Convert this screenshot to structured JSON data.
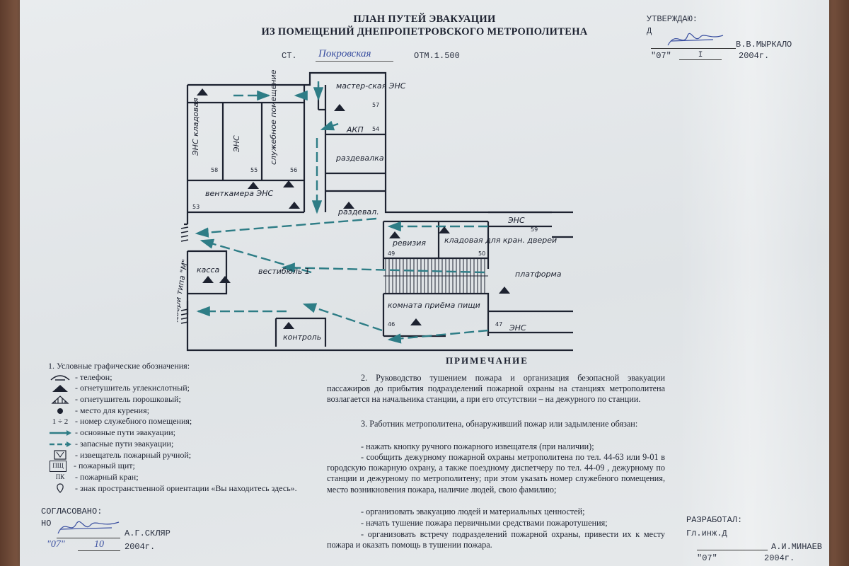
{
  "header": {
    "title_line1": "ПЛАН ПУТЕЙ ЭВАКУАЦИИ",
    "title_line2": "ИЗ ПОМЕЩЕНИЙ ДНЕПРОПЕТРОВСКОГО МЕТРОПОЛИТЕНА",
    "station_prefix": "СТ.",
    "station_name": "Покровская",
    "elevation": "ОТМ.1.500"
  },
  "approval": {
    "label": "УТВЕРЖДАЮ:",
    "role": "Д",
    "name": "В.В.МЫРКАЛО",
    "day": "\"07\"",
    "month": "I",
    "year": "2004г."
  },
  "plan": {
    "rooms": {
      "workshop": "мастер-ская ЭНС",
      "akp": "АКП",
      "locker1": "раздевалка",
      "locker2": "раздевал.",
      "ens_storage": "ЭНС кладовая",
      "ens": "ЭНС",
      "service": "служебное помещение",
      "vent": "венткамера ЭНС",
      "vestibule": "вестибюль 1",
      "cashier": "касса",
      "control": "контроль",
      "audit": "ревизия",
      "doors_storage": "кладовая для кран. дверей",
      "platform": "платформа",
      "ens_right_top": "ЭНС",
      "ens_right_bottom": "ЭНС",
      "reception": "комната приёма пищи",
      "doors": "двери типа \"М\""
    },
    "room_numbers": {
      "n53": "53",
      "n58": "58",
      "n55": "55",
      "n56": "56",
      "n57": "57",
      "n54": "54",
      "n59": "59",
      "n49": "49",
      "n50": "50",
      "n46": "46",
      "n47": "47"
    }
  },
  "legend": {
    "heading": "1. Условные графические обозначения:",
    "items": [
      {
        "icon": "telephone-icon",
        "text": "- телефон;"
      },
      {
        "icon": "co2-extinguisher-icon",
        "text": "- огнетушитель углекислотный;"
      },
      {
        "icon": "powder-extinguisher-icon",
        "text": "- огнетушитель порошковый;"
      },
      {
        "icon": "smoking-place-icon",
        "text": "- место для курения;"
      },
      {
        "icon": "room-number-icon",
        "text": "- номер служебного помещения;"
      },
      {
        "icon": "main-route-arrow-icon",
        "text": "- основные пути эвакуации;"
      },
      {
        "icon": "spare-route-arrow-icon",
        "text": "- запасные пути эвакуации;"
      },
      {
        "icon": "manual-alarm-icon",
        "text": "- извещатель пожарный ручной;"
      },
      {
        "icon": "fire-board-icon",
        "text": "- пожарный щит;"
      },
      {
        "icon": "fire-hydrant-icon",
        "text": "- пожарный кран;"
      },
      {
        "icon": "you-are-here-icon",
        "text": "- знак пространственной ориентации «Вы находитесь здесь»."
      }
    ],
    "room_symbol": "1 ÷ 2",
    "board_symbol": "ПЩ",
    "hydrant_symbol": "ПК"
  },
  "note": {
    "heading": "ПРИМЕЧАНИЕ",
    "p2": "2. Руководство тушением пожара и организация безопасной эвакуации пассажиров до прибытия подразделений пожарной охраны на станциях метрополитена возлагается на начальника станции, а при его отсутствии – на дежурного по станции.",
    "p3": "3. Работник метрополитена, обнаруживший пожар или задымление обязан:",
    "b1": "- нажать кнопку ручного пожарного извещателя (при наличии);",
    "b2": "- сообщить дежурному пожарной охраны метрополитена по тел. 44-63 или 9-01 в городскую пожарную охрану, а также поездному диспетчеру по тел. 44-09 , дежурному по станции и дежурному по метрополитену; при этом указать номер служебного помещения, место возникновения пожара, наличие людей, свою фамилию;",
    "b3": "- организовать эвакуацию людей и материальных ценностей;",
    "b4": "- начать тушение пожара первичными средствами пожаротушения;",
    "b5": "- организовать встречу подразделений пожарной охраны, привести их к месту пожара и оказать помощь в тушении пожара."
  },
  "agreed": {
    "label": "СОГЛАСОВАНО:",
    "role": "НО",
    "name": "А.Г.СКЛЯР",
    "day": "\"07\"",
    "month": "10",
    "year": "2004г."
  },
  "developed": {
    "label": "РАЗРАБОТАЛ:",
    "role": "Гл.инж.Д",
    "name": "А.И.МИНАЕВ",
    "day": "\"07\"",
    "year": "2004г."
  },
  "colors": {
    "ink": "#1d2230",
    "route": "#2e7d86",
    "pen": "#3a4fa0"
  }
}
